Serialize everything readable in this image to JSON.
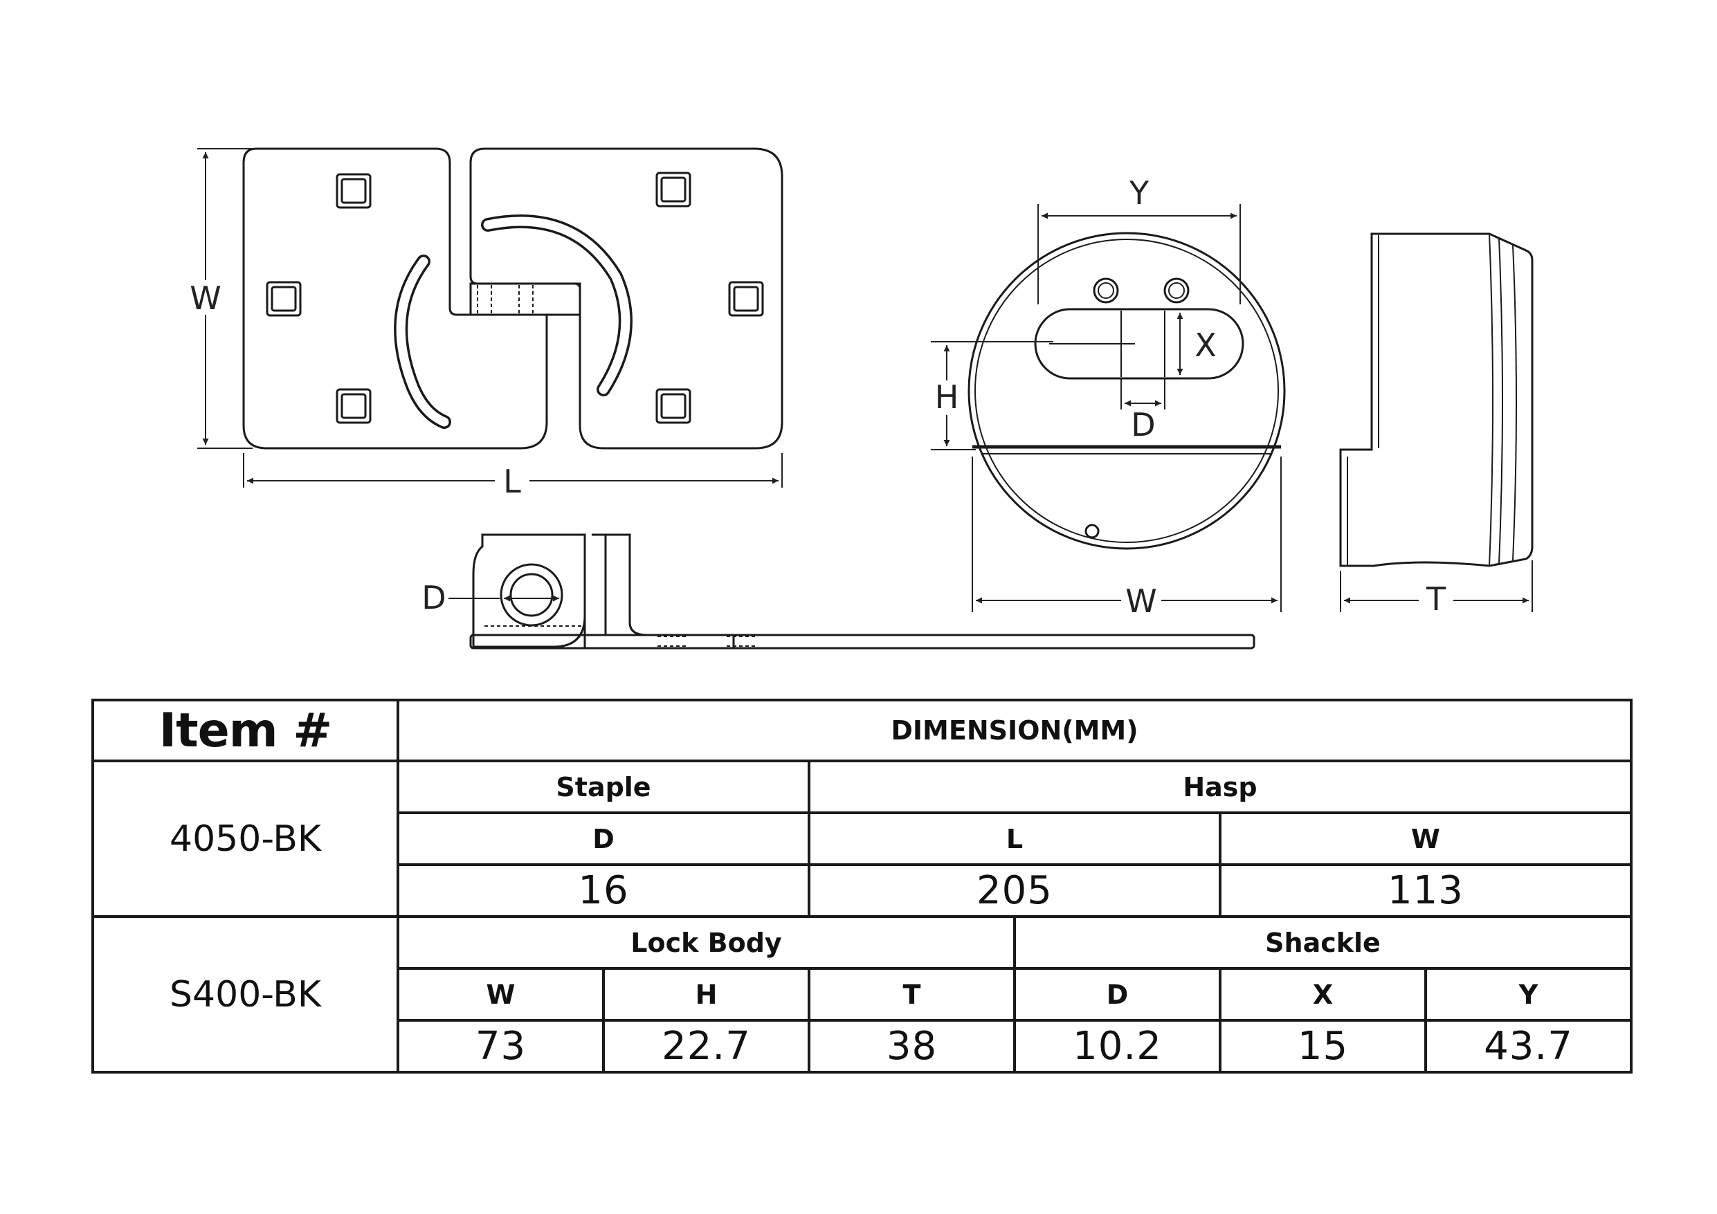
{
  "drawing": {
    "hasp_labels": {
      "width": "W",
      "length": "L"
    },
    "staple_labels": {
      "diameter": "D"
    },
    "lock_front_labels": {
      "shackle_span": "Y",
      "shackle_height": "X",
      "shackle_diameter": "D",
      "body_height": "H",
      "body_width": "W"
    },
    "lock_side_labels": {
      "thickness": "T"
    }
  },
  "table": {
    "item_header": "Item #",
    "dimension_header": "DIMENSION(MM)",
    "rows": [
      {
        "item": "4050-BK",
        "groups": [
          {
            "name": "Staple",
            "columns": [
              {
                "label": "D",
                "value": "16"
              }
            ]
          },
          {
            "name": "Hasp",
            "columns": [
              {
                "label": "L",
                "value": "205"
              },
              {
                "label": "W",
                "value": "113"
              }
            ]
          }
        ]
      },
      {
        "item": "S400-BK",
        "groups": [
          {
            "name": "Lock Body",
            "columns": [
              {
                "label": "W",
                "value": "73"
              },
              {
                "label": "H",
                "value": "22.7"
              },
              {
                "label": "T",
                "value": "38"
              }
            ]
          },
          {
            "name": "Shackle",
            "columns": [
              {
                "label": "D",
                "value": "10.2"
              },
              {
                "label": "X",
                "value": "15"
              },
              {
                "label": "Y",
                "value": "43.7"
              }
            ]
          }
        ]
      }
    ]
  }
}
